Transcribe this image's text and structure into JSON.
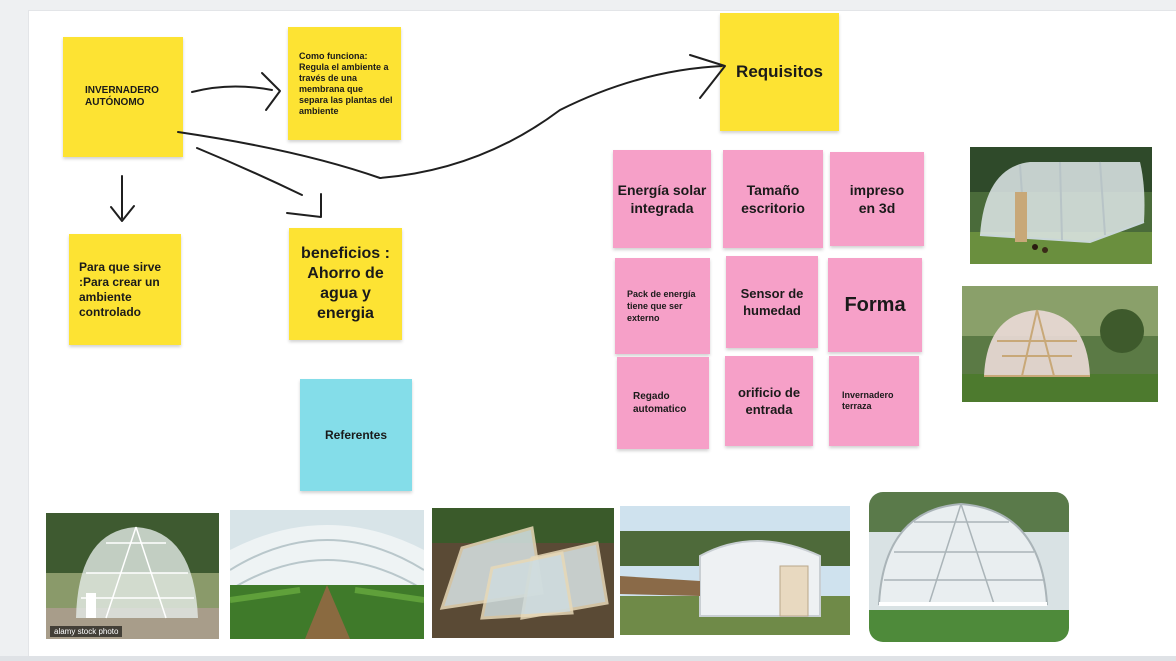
{
  "board": {
    "notes": {
      "invernadero": "INVERNADERO AUTÓNOMO",
      "como_funciona": "Como funciona: Regula el ambiente a través de una membrana que separa las plantas del ambiente",
      "para_que_sirve": "Para que sirve :Para crear un ambiente controlado",
      "beneficios": "beneficios : Ahorro de agua y energia",
      "referentes": "Referentes",
      "requisitos": "Requisitos"
    },
    "requirements": [
      "Energía solar integrada",
      "Tamaño escritorio",
      "impreso en 3d",
      "Pack de energía tiene que ser externo",
      "Sensor de humedad",
      "Forma",
      "Regado automatico",
      "orificio de entrada",
      "Invernadero terraza"
    ],
    "photo_watermark": "alamy stock photo",
    "colors": {
      "yellow_note": "#fde333",
      "pink_note": "#f6a0c8",
      "cyan_note": "#84dde9"
    }
  }
}
